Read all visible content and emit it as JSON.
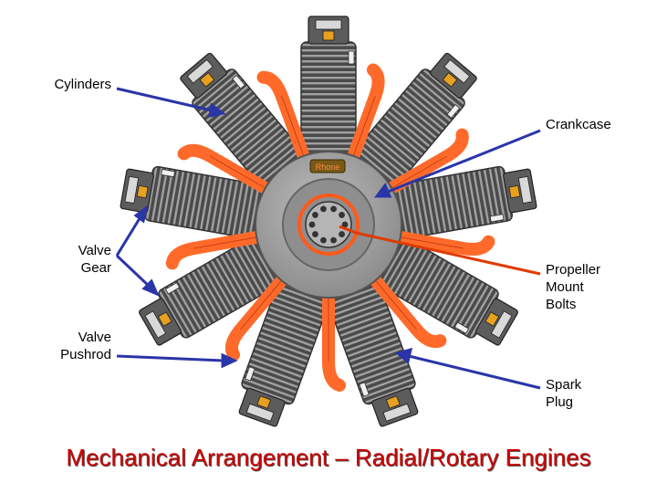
{
  "labels": {
    "cylinders": "Cylinders",
    "crankcase": "Crankcase",
    "valve_gear_1": "Valve",
    "valve_gear_2": "Gear",
    "propeller_1": "Propeller",
    "propeller_2": "Mount",
    "propeller_3": "Bolts",
    "pushrod_1": "Valve",
    "pushrod_2": "Pushrod",
    "spark_1": "Spark",
    "spark_2": "Plug"
  },
  "badge": "Rhone",
  "title": "Mechanical Arrangement – Radial/Rotary Engines",
  "colors": {
    "pipe": "#ff6a2a",
    "cylinder": "#5a5a5a",
    "fin_stripe": "#9a9a9a",
    "crankcase": "#a9a9a9",
    "callout": "#2a35a8",
    "prop_line": "#e03a00",
    "title": "#cc0000"
  }
}
